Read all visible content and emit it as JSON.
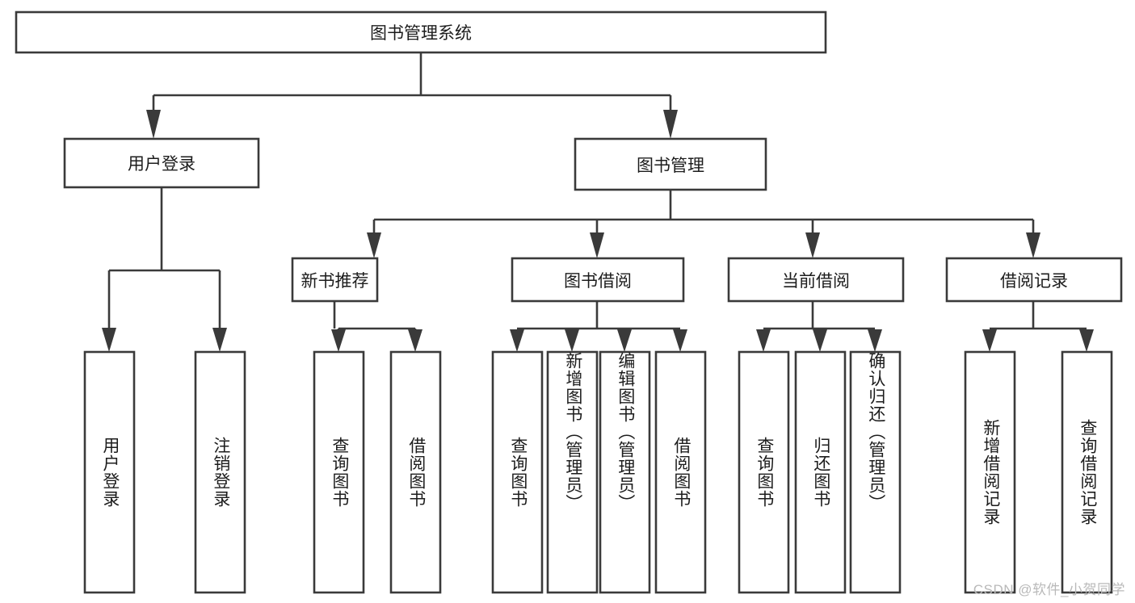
{
  "diagram": {
    "title": "图书管理系统",
    "type": "tree",
    "watermark": "CSDN @软件_小贺同学",
    "colors": {
      "box_stroke": "#3a3a3a",
      "box_fill": "#ffffff",
      "text": "#1c1c1c",
      "connector": "#3a3a3a",
      "watermark": "#b9b9b9"
    },
    "levels": {
      "root": {
        "label": "图书管理系统"
      },
      "level2": [
        {
          "label": "用户登录"
        },
        {
          "label": "图书管理"
        }
      ],
      "level3": [
        {
          "label": "新书推荐"
        },
        {
          "label": "图书借阅"
        },
        {
          "label": "当前借阅"
        },
        {
          "label": "借阅记录"
        }
      ]
    },
    "leaves": {
      "user_login": [
        {
          "label": "用户登录"
        },
        {
          "label": "注销登录"
        }
      ],
      "new_book_recommend": [
        {
          "label": "查询图书"
        },
        {
          "label": "借阅图书"
        }
      ],
      "book_borrow": [
        {
          "label": "查询图书"
        },
        {
          "label": "新增图书（管理员）"
        },
        {
          "label": "编辑图书（管理员）"
        },
        {
          "label": "借阅图书"
        }
      ],
      "current_borrow": [
        {
          "label": "查询图书"
        },
        {
          "label": "归还图书"
        },
        {
          "label": "确认归还（管理员）"
        }
      ],
      "borrow_record": [
        {
          "label": "新增借阅记录"
        },
        {
          "label": "查询借阅记录"
        }
      ]
    }
  }
}
